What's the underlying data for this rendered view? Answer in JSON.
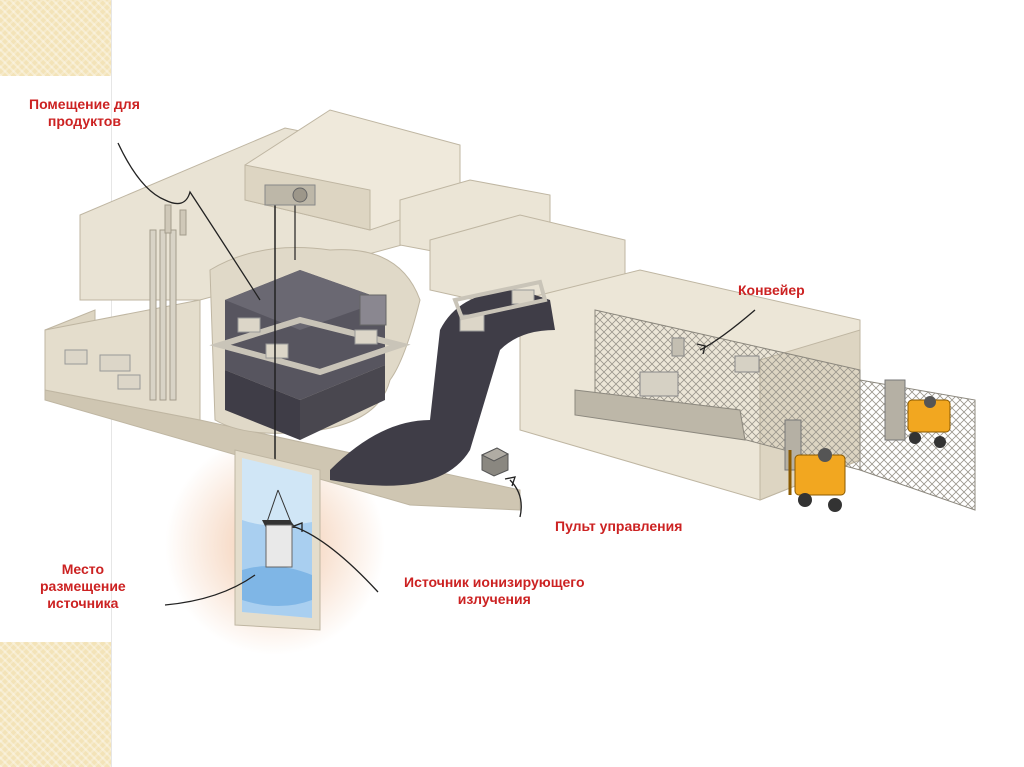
{
  "labels": {
    "product_room": [
      "Помещение для",
      "продуктов"
    ],
    "conveyor": "Конвейер",
    "control_panel": "Пульт управления",
    "radiation_source": [
      "Источник ионизирующего",
      "излучения"
    ],
    "source_location": [
      "Место",
      "размещение",
      "источника"
    ]
  },
  "colors": {
    "label_red": "#cc2222",
    "wall": "#e7e0d0",
    "wall_dark": "#cfc6b2",
    "interior": "#4d4b56",
    "water": "#b9d9f2",
    "accent": "#f3e3b8",
    "forklift": "#f2a720"
  }
}
